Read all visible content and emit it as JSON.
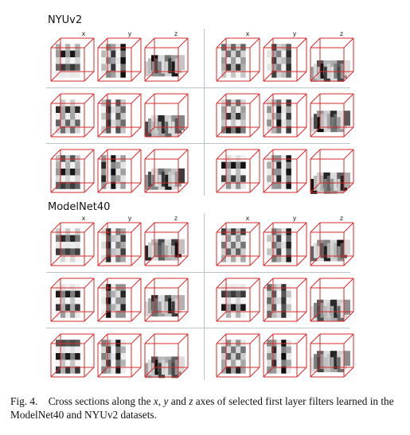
{
  "figure": {
    "sections": [
      {
        "title": "NYUv2",
        "axes": [
          "x",
          "y",
          "z"
        ]
      },
      {
        "title": "ModelNet40",
        "axes": [
          "x",
          "y",
          "z"
        ]
      }
    ],
    "caption": {
      "label": "Fig. 4.",
      "text_1": "Cross sections along the",
      "var_x": "x",
      "sep_1": ",",
      "var_y": "y",
      "text_2": "and",
      "var_z": "z",
      "text_3": "axes of selected first layer filters learned in the ModelNet40 and NYUv2 datasets."
    }
  }
}
